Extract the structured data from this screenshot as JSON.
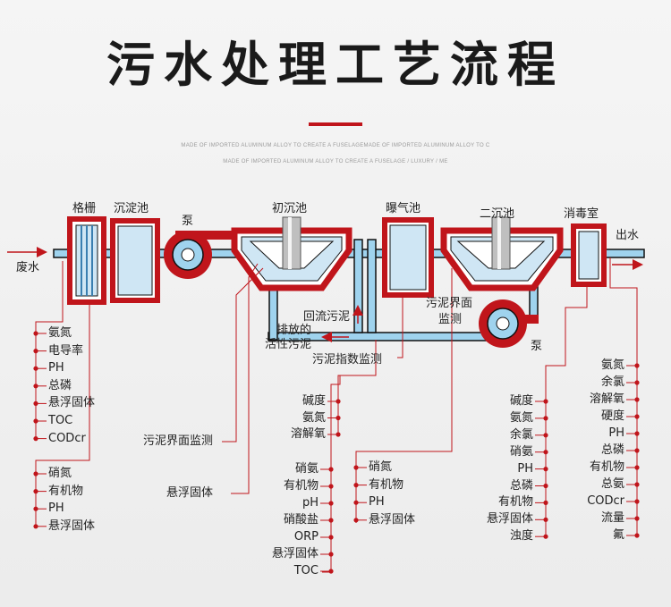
{
  "title": "污水处理工艺流程",
  "subtitle_line1": "MADE OF IMPORTED ALUMINUM ALLOY TO CREATE A FUSELAGEMADE OF IMPORTED ALUMINUM ALLOY TO C",
  "subtitle_line2": "MADE OF IMPORTED ALUMINUM ALLOY TO CREATE A FUSELAGE / LUXURY / ME",
  "colors": {
    "red": "#c0151b",
    "pipe": "#9fd3ee",
    "pipe_stroke": "#0a0a0a",
    "tank": "#cfe6f4"
  },
  "stages": {
    "grille": "格栅",
    "settling": "沉淀池",
    "pump1": "泵",
    "primary": "初沉池",
    "aeration": "曝气池",
    "secondary": "二沉池",
    "disinfection": "消毒室",
    "pump2": "泵"
  },
  "flow": {
    "inlet": "废水",
    "outlet": "出水",
    "return_sludge": "回流污泥",
    "discharged_sludge_l1": "排放的",
    "discharged_sludge_l2": "活性污泥",
    "sludge_interface_l1": "污泥界面",
    "sludge_interface_l2": "监测",
    "sludge_index": "污泥指数监测",
    "primary_interface": "污泥界面监测",
    "primary_solids": "悬浮固体"
  },
  "groups": {
    "inlet_a": [
      "氨氮",
      "电导率",
      "PH",
      "总磷",
      "悬浮固体",
      "TOC",
      "CODcr"
    ],
    "inlet_b": [
      "硝氮",
      "有机物",
      "PH",
      "悬浮固体"
    ],
    "aeration_a": [
      "碱度",
      "氨氮",
      "溶解氧"
    ],
    "aeration_b": [
      "硝氨",
      "有机物",
      "pH",
      "硝酸盐",
      "ORP",
      "悬浮固体",
      "TOC"
    ],
    "secondary": [
      "硝氮",
      "有机物",
      "PH",
      "悬浮固体"
    ],
    "disinfect": [
      "碱度",
      "氨氮",
      "余氯",
      "硝氨",
      "PH",
      "总磷",
      "有机物",
      "悬浮固体",
      "浊度"
    ],
    "outlet": [
      "氨氮",
      "余氯",
      "溶解氧",
      "硬度",
      "PH",
      "总磷",
      "有机物",
      "总氨",
      "CODcr",
      "流量",
      "氟"
    ]
  }
}
